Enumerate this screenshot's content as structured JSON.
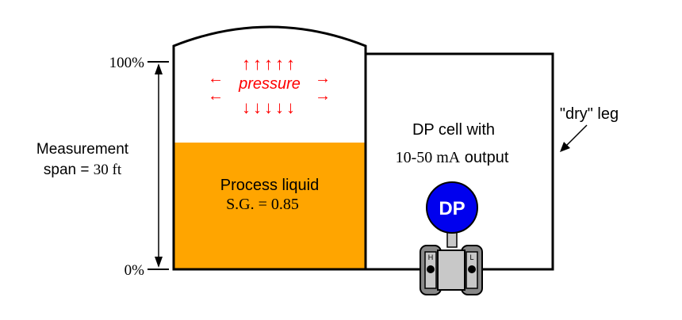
{
  "labels": {
    "level_high": "100%",
    "level_low": "0%",
    "span_line1": "Measurement",
    "span_line2_prefix": "span = ",
    "span_line2_value": "30 ft",
    "pressure": "pressure",
    "liquid_line1": "Process liquid",
    "liquid_line2": "S.G. = 0.85",
    "dp_line1": "DP cell with",
    "dp_line2_value": "10-50 mA",
    "dp_line2_suffix": " output",
    "dry_leg": "\"dry\" leg",
    "dp_badge": "DP",
    "port_high": "H",
    "port_low": "L"
  },
  "arrows": {
    "up": "↑↑↑↑↑",
    "down": "↓↓↓↓↓",
    "left": "←",
    "right": "→"
  },
  "colors": {
    "liquid": "#FFA500",
    "pressure": "#FF0000",
    "dp_badge": "#0000EE",
    "transmitter_body": "#C8C8C8",
    "transmitter_flange": "#888888",
    "line": "#000000"
  }
}
